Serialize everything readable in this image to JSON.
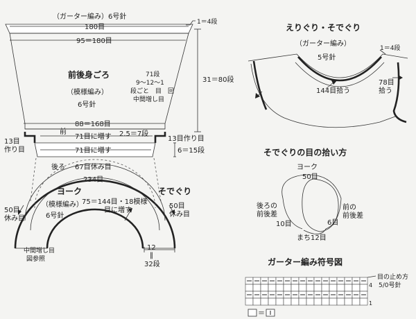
{
  "body": {
    "garter_label": "（ガーター編み）6号針",
    "top_width": "180目",
    "rows_top": "1＝4段",
    "main_width": "95＝180目",
    "title": "前後身ごろ",
    "pattern": "（模様編み）",
    "needle": "6号針",
    "rows_side": "31＝80段",
    "dec_l1": "71段",
    "dec_l2": "9～12～1",
    "dec_l3": "段ごと　目　回",
    "dec_l4": "中間増し目",
    "bottom_width": "88＝168目",
    "front": "前",
    "inc_front": "71目に増す",
    "inc_rows": "2.5＝7段",
    "cast_left_1": "13目",
    "cast_left_2": "作り目",
    "cast_right": "13目作り目",
    "inc_back": "71目に増す",
    "rows_bottom": "6＝15段"
  },
  "yoke": {
    "back": "後ろ",
    "back_hold": "67目休み目",
    "top_count": "234目",
    "title": "ヨーク",
    "pattern": "（模様編み）",
    "needle": "6号針",
    "pickup": "75＝144目・18模様",
    "inc": "目に増す",
    "left_1": "50目",
    "left_2": "休み目",
    "right_1": "50目",
    "right_2": "休み目",
    "mid_1": "中間増し目",
    "mid_2": "図参照",
    "sleeve_title": "そでぐり",
    "dim_top": "12",
    "dim_bottom": "32段"
  },
  "neck": {
    "title": "えりぐり・そでぐり",
    "garter": "（ガーター編み）",
    "needle": "5号針",
    "rows": "1＝4段",
    "pick_center": "144目拾う",
    "pick_side_1": "78目",
    "pick_side_2": "拾う"
  },
  "pickup_method": {
    "title": "そでぐりの目の拾い方",
    "yoke": "ヨーク",
    "yoke_count": "50目",
    "back_diff_1": "後ろの",
    "back_diff_2": "前後差",
    "front_diff_1": "前の",
    "front_diff_2": "前後差",
    "left_count": "10目",
    "right_count": "6目",
    "gusset": "まち12目"
  },
  "chart": {
    "title": "ガーター編み符号図",
    "bind_off": "目の止め方",
    "bind_off_needle": "5/0号針",
    "row_top": "4",
    "row_bottom": "1",
    "legend_eq": "＝"
  }
}
